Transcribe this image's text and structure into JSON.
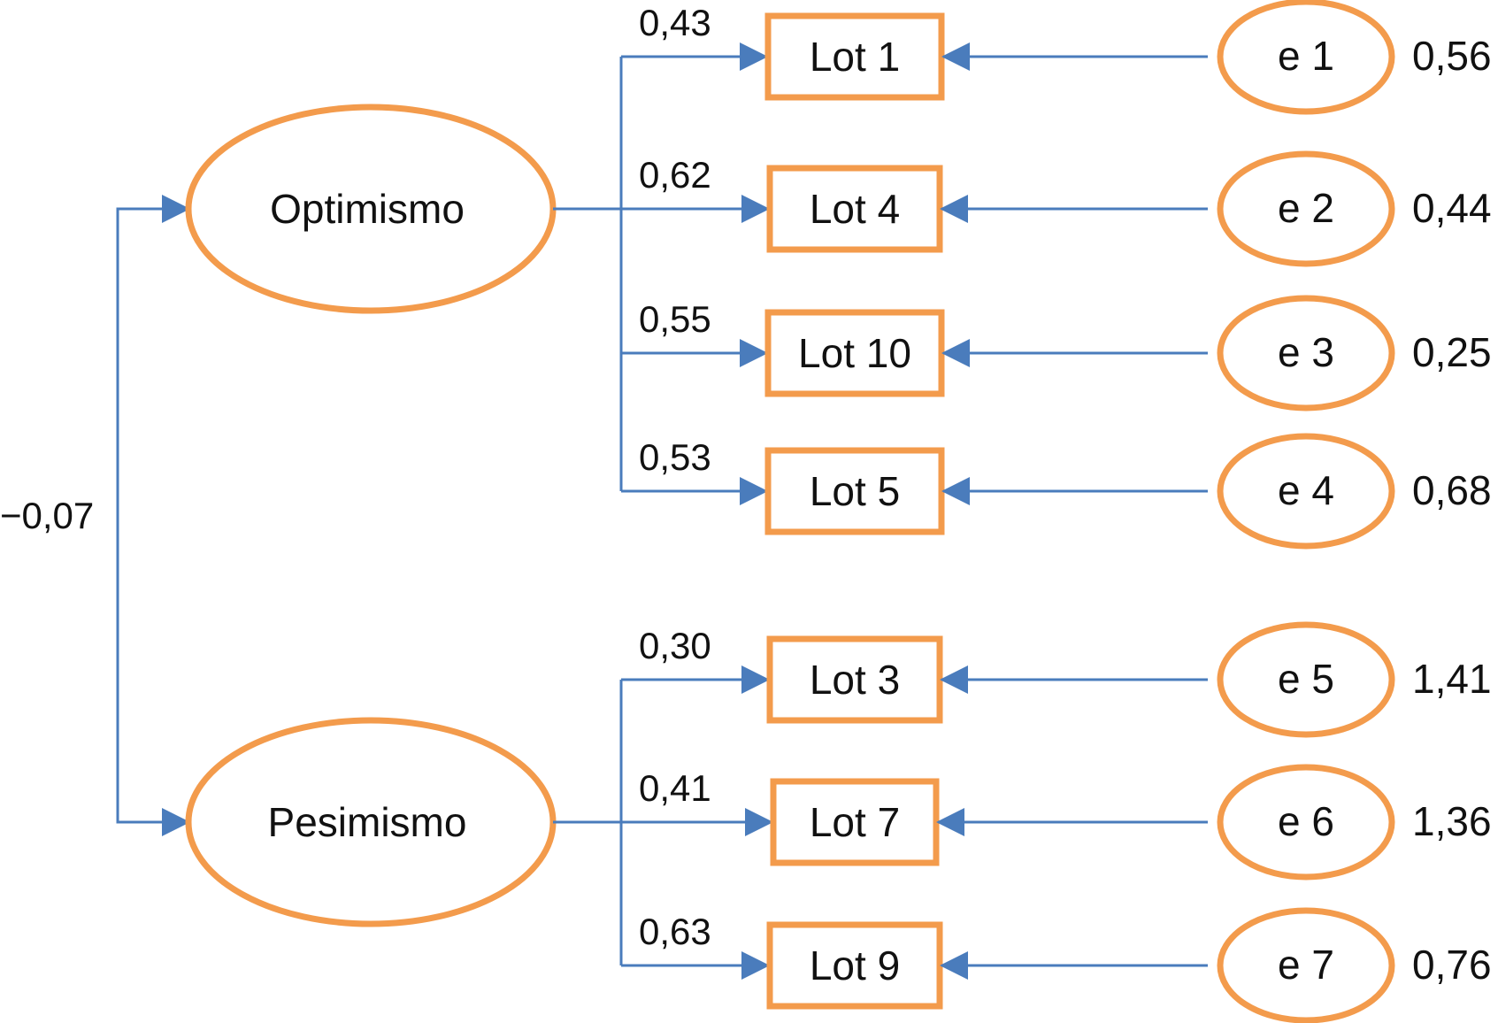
{
  "colors": {
    "connector": "#4a7cbc",
    "node_border": "#f39b4c"
  },
  "correlation": "−0,07",
  "factors": [
    {
      "id": "opt",
      "label": "Optimismo"
    },
    {
      "id": "pes",
      "label": "Pesimismo"
    }
  ],
  "indicators": [
    {
      "label": "Lot 1",
      "loading": "0,43",
      "error": "e 1",
      "error_variance": "0,56",
      "factor": "opt"
    },
    {
      "label": "Lot 4",
      "loading": "0,62",
      "error": "e 2",
      "error_variance": "0,44",
      "factor": "opt"
    },
    {
      "label": "Lot 10",
      "loading": "0,55",
      "error": "e 3",
      "error_variance": "0,25",
      "factor": "opt"
    },
    {
      "label": "Lot 5",
      "loading": "0,53",
      "error": "e 4",
      "error_variance": "0,68",
      "factor": "opt"
    },
    {
      "label": "Lot 3",
      "loading": "0,30",
      "error": "e 5",
      "error_variance": "1,41",
      "factor": "pes"
    },
    {
      "label": "Lot 7",
      "loading": "0,41",
      "error": "e 6",
      "error_variance": "1,36",
      "factor": "pes"
    },
    {
      "label": "Lot 9",
      "loading": "0,63",
      "error": "e 7",
      "error_variance": "0,76",
      "factor": "pes"
    }
  ]
}
